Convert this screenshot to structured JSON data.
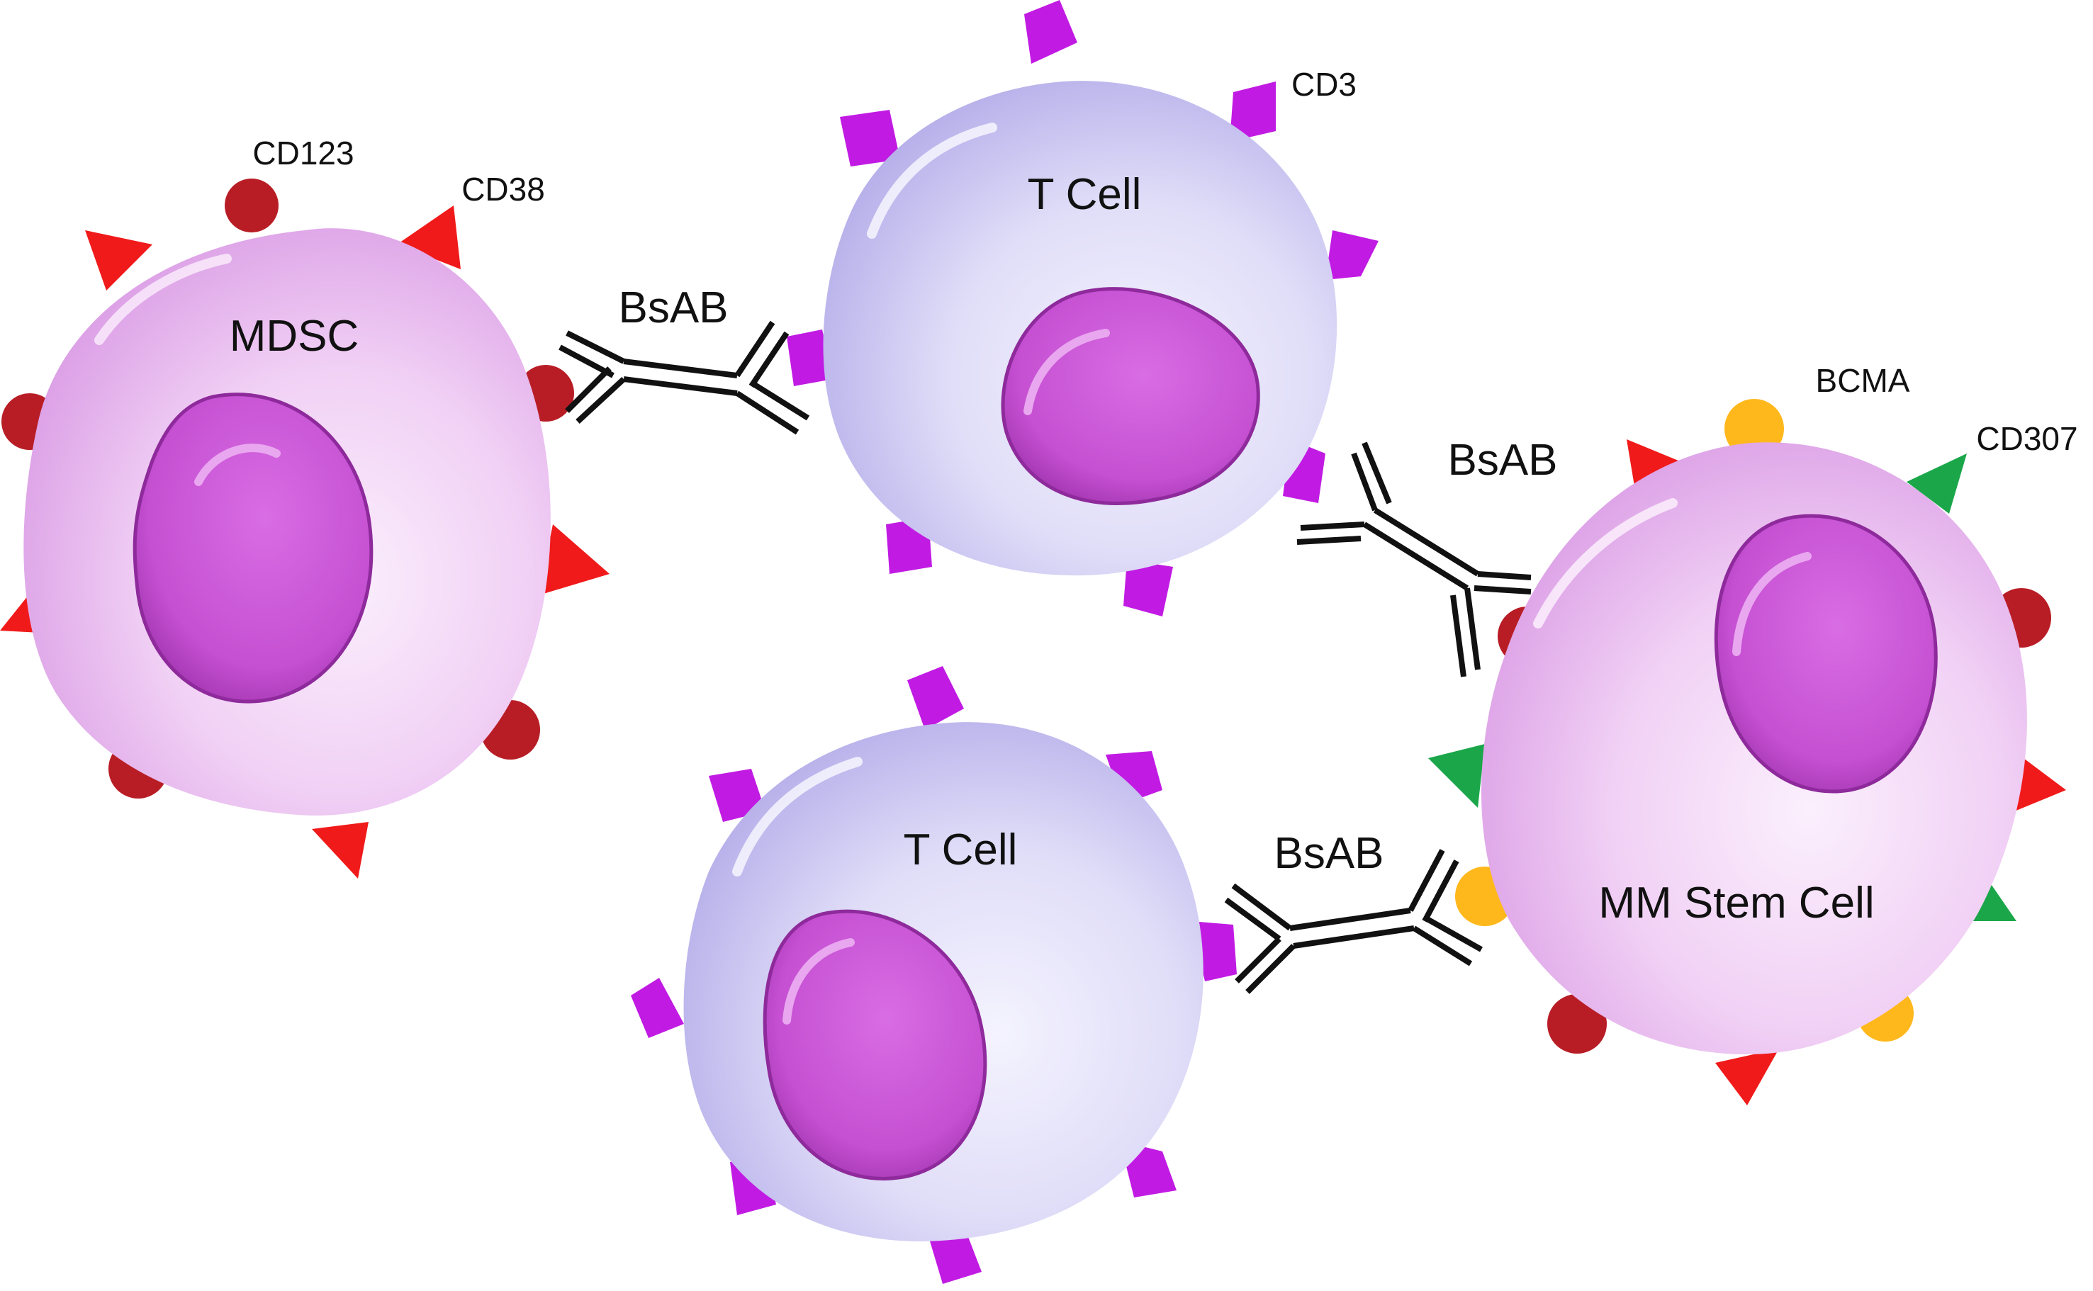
{
  "cells": {
    "mdsc": {
      "label": "MDSC"
    },
    "tcell_top": {
      "label": "T Cell"
    },
    "tcell_bottom": {
      "label": "T Cell"
    },
    "mm_stem": {
      "label": "MM Stem Cell"
    }
  },
  "markers": {
    "cd123": "CD123",
    "cd38": "CD38",
    "cd3": "CD3",
    "bcma": "BCMA",
    "cd307": "CD307"
  },
  "antibodies": {
    "top_left": "BsAB",
    "right": "BsAB",
    "bottom": "BsAB"
  },
  "colors": {
    "mdsc_body": "#EEC4F2",
    "tcell_body": "#D9D6F7",
    "nucleus": "#CC5AD8",
    "cd3_purple": "#C11BE3",
    "cd38_red": "#F01A1A",
    "cd123_darkred": "#B81D26",
    "bcma_orange": "#FFB81C",
    "cd307_green": "#1BA64A",
    "antibody": "#111111"
  }
}
